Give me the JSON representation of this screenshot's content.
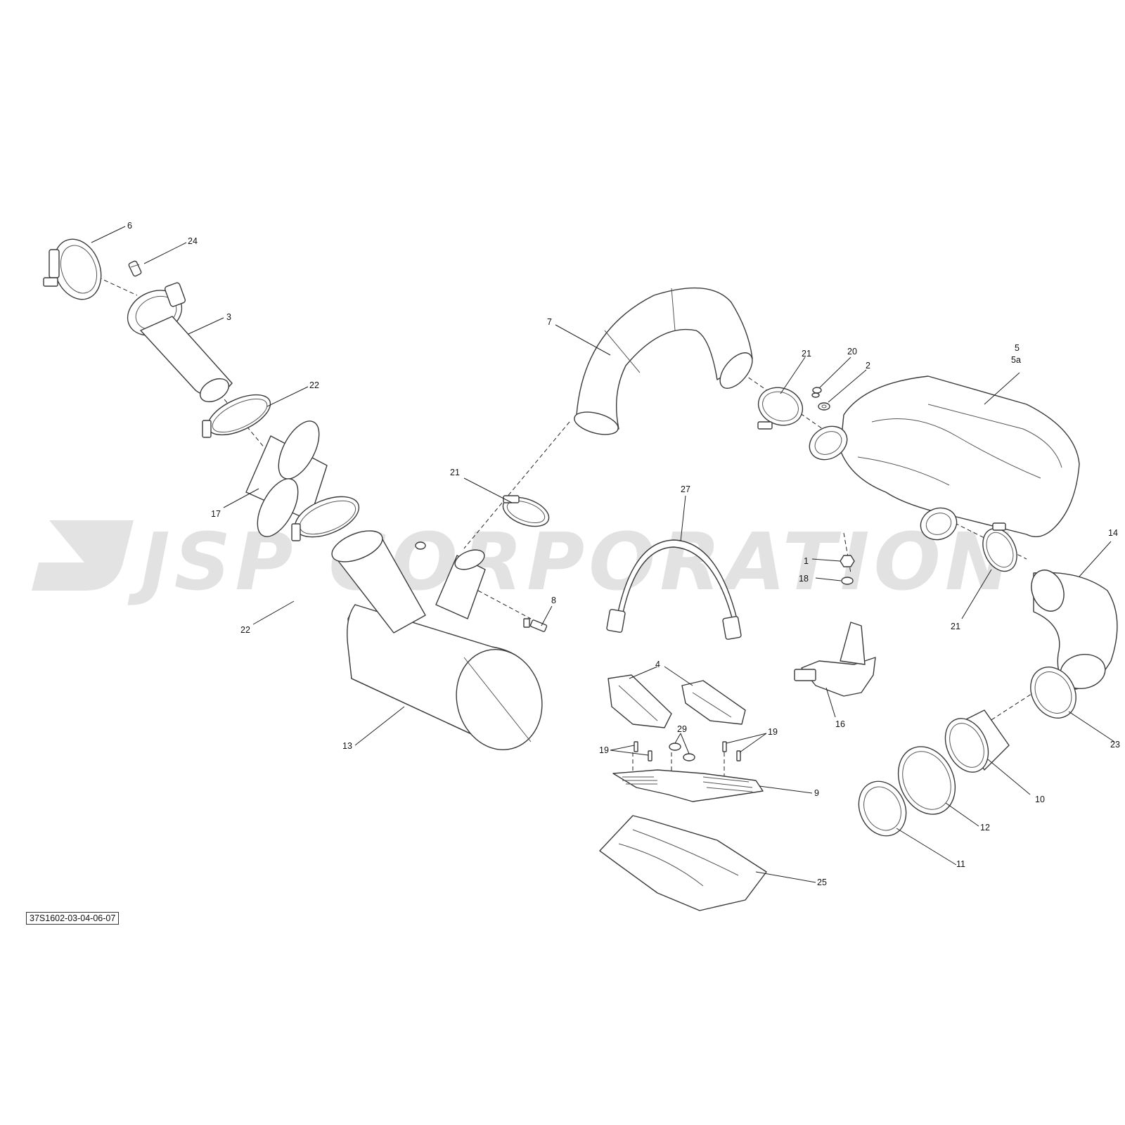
{
  "watermark": {
    "text": "JSP CORPORATION"
  },
  "drawing_id": "37S1602-03-04-06-07",
  "callouts": [
    {
      "id": "c6",
      "text": "6"
    },
    {
      "id": "c24",
      "text": "24"
    },
    {
      "id": "c3",
      "text": "3"
    },
    {
      "id": "c22a",
      "text": "22"
    },
    {
      "id": "c17",
      "text": "17"
    },
    {
      "id": "c22b",
      "text": "22"
    },
    {
      "id": "c13",
      "text": "13"
    },
    {
      "id": "c8",
      "text": "8"
    },
    {
      "id": "c21a",
      "text": "21"
    },
    {
      "id": "c7",
      "text": "7"
    },
    {
      "id": "c21b",
      "text": "21"
    },
    {
      "id": "c20",
      "text": "20"
    },
    {
      "id": "c2",
      "text": "2"
    },
    {
      "id": "c5",
      "text": "5"
    },
    {
      "id": "c5a",
      "text": "5a"
    },
    {
      "id": "c27",
      "text": "27"
    },
    {
      "id": "c1",
      "text": "1"
    },
    {
      "id": "c18",
      "text": "18"
    },
    {
      "id": "c16",
      "text": "16"
    },
    {
      "id": "c14",
      "text": "14"
    },
    {
      "id": "c21c",
      "text": "21"
    },
    {
      "id": "c23",
      "text": "23"
    },
    {
      "id": "c4",
      "text": "4"
    },
    {
      "id": "c29",
      "text": "29"
    },
    {
      "id": "c19a",
      "text": "19"
    },
    {
      "id": "c19b",
      "text": "19"
    },
    {
      "id": "c9",
      "text": "9"
    },
    {
      "id": "c10",
      "text": "10"
    },
    {
      "id": "c12",
      "text": "12"
    },
    {
      "id": "c11",
      "text": "11"
    },
    {
      "id": "c25",
      "text": "25"
    }
  ]
}
